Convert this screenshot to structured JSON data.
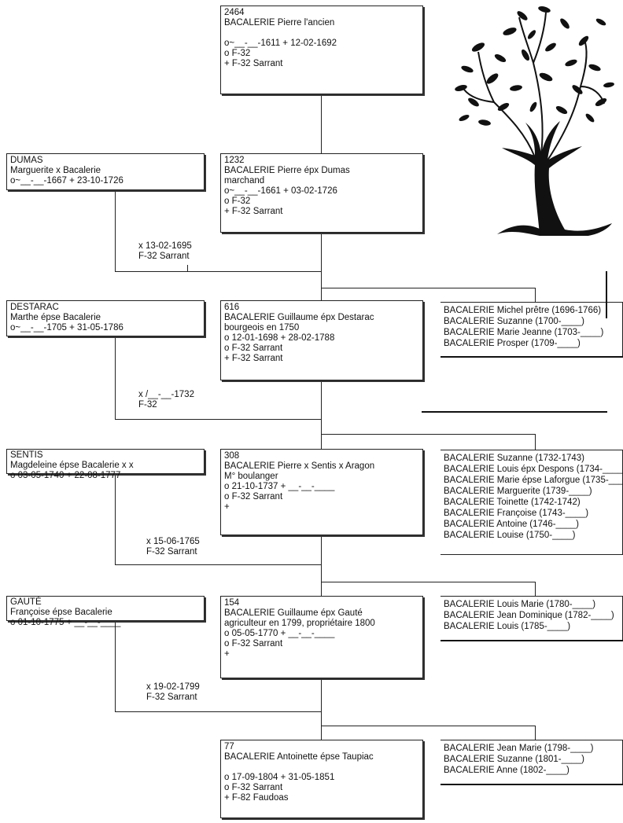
{
  "ancestors": [
    {
      "lines": [
        "2464",
        "BACALERIE Pierre   l'ancien",
        "",
        "o~__-__-1611  + 12-02-1692",
        "o F-32",
        "+ F-32 Sarrant"
      ]
    },
    {
      "lines": [
        "1232",
        "BACALERIE Pierre   épx Dumas",
        "marchand",
        "o~__-__-1661  + 03-02-1726",
        "o F-32",
        "+ F-32 Sarrant"
      ]
    },
    {
      "lines": [
        "616",
        "BACALERIE Guillaume  épx Destarac",
        "bourgeois en 1750",
        "o 12-01-1698  + 28-02-1788",
        "o F-32 Sarrant",
        "+ F-32 Sarrant"
      ]
    },
    {
      "lines": [
        "308",
        "BACALERIE Pierre   x Sentis x Aragon",
        "M° boulanger",
        "o 21-10-1737  + __-__-____",
        "o F-32 Sarrant",
        "+"
      ]
    },
    {
      "lines": [
        "154",
        "BACALERIE Guillaume  épx Gauté",
        "agriculteur en 1799, propriétaire 1800",
        "o 05-05-1770  + __-__-____",
        "o F-32 Sarrant",
        "+"
      ]
    },
    {
      "lines": [
        "77",
        "BACALERIE Antoinette  épse Taupiac",
        "",
        "o 17-09-1804  + 31-05-1851",
        "o F-32 Sarrant",
        "+ F-82 Faudoas"
      ]
    }
  ],
  "spouses": [
    {
      "lines": [
        "DUMAS",
        "Marguerite   x Bacalerie",
        "o~__-__-1667  + 23-10-1726"
      ]
    },
    {
      "lines": [
        "DESTARAC",
        "Marthe  épse Bacalerie",
        "o~__-__-1705  + 31-05-1786"
      ]
    },
    {
      "lines": [
        "SENTIS",
        "Magdeleine  épse Bacalerie x x",
        "o 03-05-1740  + 22-08-1777"
      ]
    },
    {
      "lines": [
        "GAUTÉ",
        "Françoise  épse Bacalerie",
        "o 01-10-1775  + __-__-____"
      ]
    }
  ],
  "marriages": [
    {
      "lines": [
        "x  13-02-1695",
        "F-32 Sarrant"
      ]
    },
    {
      "lines": [
        "x /__-__-1732",
        "F-32"
      ]
    },
    {
      "lines": [
        "x  15-06-1765",
        "F-32 Sarrant"
      ]
    },
    {
      "lines": [
        "x  19-02-1799",
        "F-32 Sarrant"
      ]
    }
  ],
  "siblings": [
    {
      "lines": [
        "BACALERIE Michel  prêtre (1696-1766)",
        "BACALERIE Suzanne (1700-____)",
        "BACALERIE Marie Jeanne (1703-____)",
        "BACALERIE Prosper (1709-____)"
      ]
    },
    {
      "lines": [
        "BACALERIE Suzanne (1732-1743)",
        "BACALERIE Louis  épx Despons (1734-____",
        "BACALERIE Marie  épse Laforgue (1735-____",
        "BACALERIE Marguerite (1739-____)",
        "BACALERIE Toinette (1742-1742)",
        "BACALERIE Françoise (1743-____)",
        "BACALERIE Antoine (1746-____)",
        "BACALERIE Louise (1750-____)"
      ]
    },
    {
      "lines": [
        "BACALERIE Louis Marie (1780-____)",
        "BACALERIE Jean Dominique (1782-____)",
        "BACALERIE Louis (1785-____)"
      ]
    },
    {
      "lines": [
        "BACALERIE Jean Marie (1798-____)",
        "BACALERIE Suzanne (1801-____)",
        "BACALERIE Anne (1802-____)"
      ]
    }
  ],
  "tree_icon": "tree-icon",
  "colors": {
    "ink": "#111111",
    "paper": "#ffffff"
  }
}
